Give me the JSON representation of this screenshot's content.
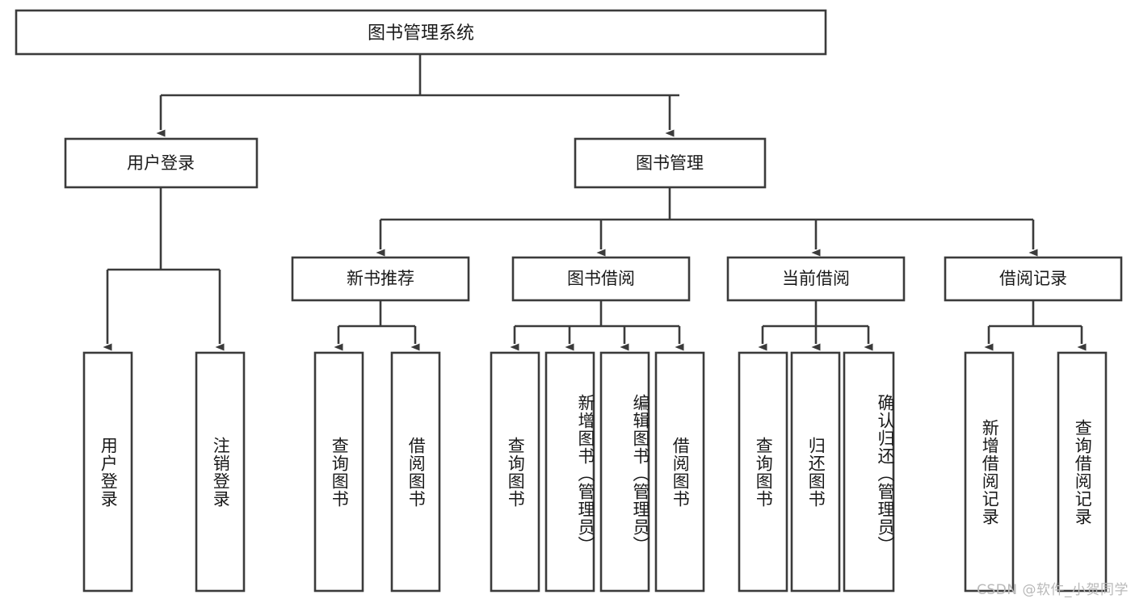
{
  "diagram": {
    "title": "图书管理系统",
    "watermark": "CSDN @软件_小贺同学",
    "type": "tree-hierarchy-diagram",
    "colors": {
      "box_stroke": "#3b3b3b",
      "box_fill": "#ffffff",
      "text": "#1a1a1a",
      "background": "#ffffff",
      "watermark": "#b9b9b9"
    },
    "root": {
      "label": "图书管理系统"
    },
    "level2": [
      {
        "label": "用户登录"
      },
      {
        "label": "图书管理"
      }
    ],
    "level3": [
      {
        "label": "新书推荐"
      },
      {
        "label": "图书借阅"
      },
      {
        "label": "当前借阅"
      },
      {
        "label": "借阅记录"
      }
    ],
    "leaves": {
      "user_login": [
        {
          "label": "用户登录"
        },
        {
          "label": "注销登录"
        }
      ],
      "new_book_recommend": [
        {
          "label": "查询图书"
        },
        {
          "label": "借阅图书"
        }
      ],
      "book_borrow": [
        {
          "label": "查询图书"
        },
        {
          "label": "新增图书（管理员）"
        },
        {
          "label": "编辑图书（管理员）"
        },
        {
          "label": "借阅图书"
        }
      ],
      "current_borrow": [
        {
          "label": "查询图书"
        },
        {
          "label": "归还图书"
        },
        {
          "label": "确认归还（管理员）"
        }
      ],
      "borrow_record": [
        {
          "label": "新增借阅记录"
        },
        {
          "label": "查询借阅记录"
        }
      ]
    }
  }
}
